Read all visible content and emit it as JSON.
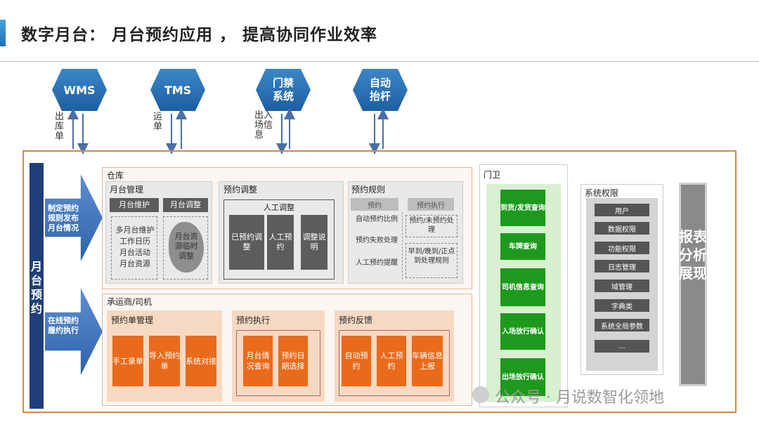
{
  "title": "数字月台： 月台预约应用 ， 提高协同作业效率",
  "systems": [
    {
      "name": "WMS",
      "label": "出库单"
    },
    {
      "name": "TMS",
      "label": "运单"
    },
    {
      "name": "门禁系统",
      "label": "出入场信息"
    },
    {
      "name": "自动抬杆",
      "label": ""
    }
  ],
  "left_bar": "月台预约",
  "arrows": {
    "top": "制定预约规则发布月台情况",
    "bottom": "在线预约履约执行"
  },
  "warehouse": {
    "label": "仓库",
    "platform_mgmt": {
      "title": "月台管理",
      "tab1": "月台维护",
      "tab2": "月台调整",
      "items": [
        "多月台维护",
        "工作日历",
        "月台活动",
        "月台资源"
      ],
      "blob": "月台资源临时调整"
    },
    "booking_adjust": {
      "title": "预约调整",
      "sub": "人工调整",
      "btns": [
        "已预约调整",
        "人工预约",
        "调整说明"
      ]
    },
    "booking_rules": {
      "title": "预约规则",
      "tab1": "预约",
      "tab2": "预约执行",
      "left": [
        "自动预约比例",
        "预约失败处理",
        "人工预约提醒"
      ],
      "right1": "预约/未预约处理",
      "right2": "早到/晚到/正点到处理规则"
    }
  },
  "carrier": {
    "label": "承运商/司机",
    "order_mgmt": {
      "title": "预约单管理",
      "btns": [
        "手工录单",
        "导入预约单",
        "系统对接"
      ]
    },
    "execution": {
      "title": "预约执行",
      "btns": [
        "月台情况查询",
        "预约日期选择"
      ]
    },
    "feedback": {
      "title": "预约反馈",
      "btns": [
        "自动预约",
        "人工预约",
        "车辆信息上报"
      ]
    }
  },
  "gate": {
    "label": "门卫",
    "btns": [
      "到货/发货查询",
      "车牌查询",
      "司机信息查询",
      "入场放行确认",
      "出场放行确认"
    ]
  },
  "permissions": {
    "label": "系统权限",
    "items": [
      "用户",
      "数据权限",
      "功能权限",
      "日志管理",
      "域管理",
      "字典类",
      "系统全局参数",
      "..."
    ]
  },
  "report": "报表分析展现",
  "watermark": "公众号 · 月说数智化领地",
  "colors": {
    "accent_blue": "#1e5fa0",
    "orange": "#ea6a1b",
    "green": "#1d9a1d",
    "frame": "#d48a45"
  }
}
